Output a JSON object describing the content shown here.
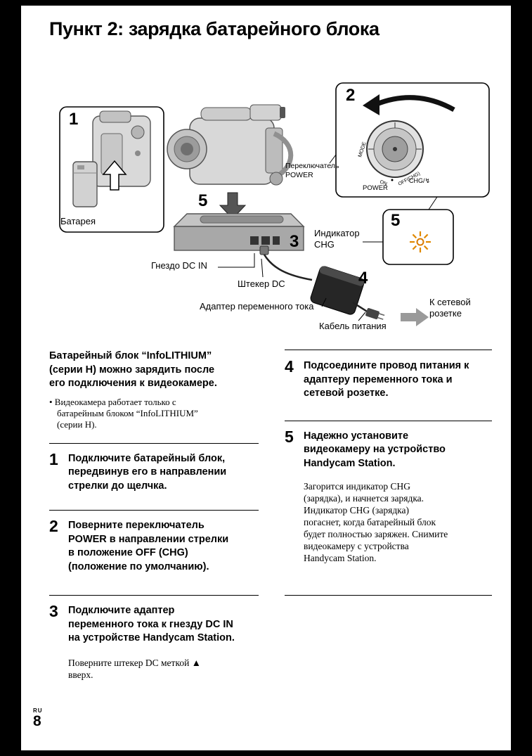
{
  "page": {
    "title": "Пункт 2: зарядка батарейного блока",
    "footer": {
      "lang": "RU",
      "number": "8"
    }
  },
  "colors": {
    "chg_lamp": "#e08900",
    "outlet_arrow": "#9a9a9a"
  },
  "diagram": {
    "callout_numbers": {
      "step1": "1",
      "step2": "2",
      "step3": "3",
      "step4": "4",
      "step5_dock": "5",
      "step5_lamp": "5"
    },
    "labels": {
      "battery": "Батарея",
      "power_switch": "Переключатель\nPOWER",
      "dc_in_jack": "Гнездо DC IN",
      "dc_plug": "Штекер DC",
      "ac_adapter": "Адаптер переменного тока",
      "power_cord": "Кабель питания",
      "chg_indicator": "Индикатор\nCHG",
      "to_outlet": "К сетевой\nрозетке"
    },
    "dial": {
      "power": "POWER",
      "chg": "CHG/↯",
      "mode": "MODE",
      "on": "ON",
      "off": "OFF(CHG)"
    }
  },
  "intro": {
    "heading": "Батарейный блок “InfoLITHIUM”\n(серии H) можно зарядить после\nего подключения к видеокамере.",
    "bullet": "• Видеокамера работает только с\nбатарейным блоком “InfoLITHIUM”\n(серии H)."
  },
  "steps": [
    {
      "num": "1",
      "text": "Подключите батарейный блок,\nпередвинув его в направлении\nстрелки до щелчка."
    },
    {
      "num": "2",
      "text": "Поверните переключатель\nPOWER в направлении стрелки\nв положение OFF (CHG)\n(положение по умолчанию)."
    },
    {
      "num": "3",
      "text": "Подключите адаптер\nпеременного тока к гнезду DC IN\nна устройстве Handycam Station.",
      "note": "Поверните штекер DC меткой ▲\nвверх."
    },
    {
      "num": "4",
      "text": "Подсоедините провод питания к\nадаптеру переменного тока и\nсетевой розетке."
    },
    {
      "num": "5",
      "text": "Надежно установите\nвидеокамеру на устройство\nHandycam Station.",
      "note": "Загорится индикатор CHG\n(зарядка), и начнется зарядка.\nИндикатор CHG (зарядка)\nпогаснет, когда батарейный блок\nбудет полностью заряжен. Снимите\nвидеокамеру с устройства\nHandycam Station."
    }
  ]
}
